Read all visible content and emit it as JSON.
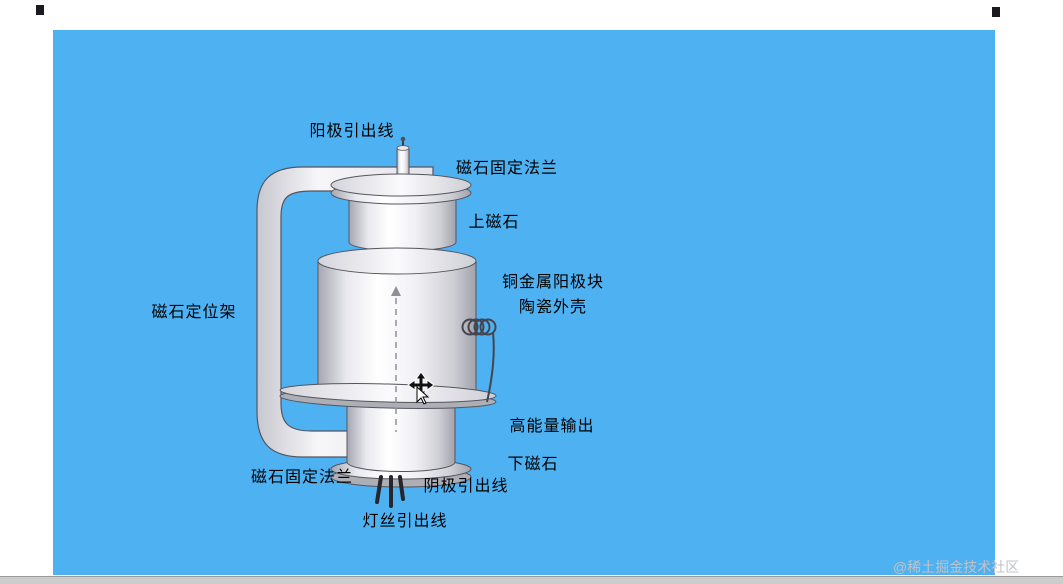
{
  "colors": {
    "canvas_blue": "#4eb1f2",
    "metal_light": "#f4f4f7",
    "metal_shadow": "#a8a8b1",
    "outline": "#55555d",
    "label_text": "#000000"
  },
  "labels": [
    {
      "id": "anode-lead-wire",
      "text": "阳极引出线"
    },
    {
      "id": "magnet-fixing-flange-top",
      "text": "磁石固定法兰"
    },
    {
      "id": "upper-magnet",
      "text": "上磁石"
    },
    {
      "id": "copper-anode-block",
      "text": "铜金属阳极块"
    },
    {
      "id": "ceramic-shell",
      "text": "陶瓷外壳"
    },
    {
      "id": "magnet-positioning-frame",
      "text": "磁石定位架"
    },
    {
      "id": "high-energy-output",
      "text": "高能量输出"
    },
    {
      "id": "lower-magnet",
      "text": "下磁石"
    },
    {
      "id": "magnet-fixing-flange-bottom",
      "text": "磁石固定法兰"
    },
    {
      "id": "cathode-lead-wire",
      "text": "阴极引出线"
    },
    {
      "id": "filament-lead-wire",
      "text": "灯丝引出线"
    }
  ],
  "watermark": {
    "text": "@稀土掘金技术社区"
  }
}
